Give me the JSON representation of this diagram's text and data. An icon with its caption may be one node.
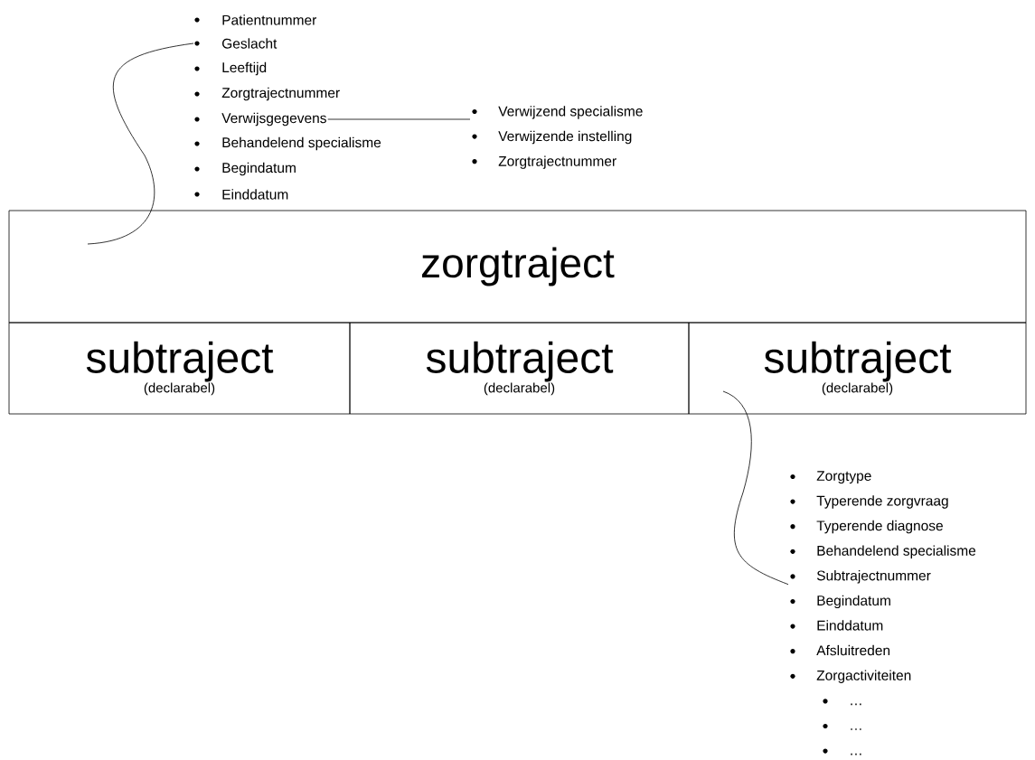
{
  "diagram": {
    "nodes": [
      {
        "text": [
          "zorgtraject"
        ]
      },
      {
        "text": [
          "subtraject",
          "(declarabel)"
        ]
      },
      {
        "text": [
          "subtraject",
          "(declarabel)"
        ]
      },
      {
        "text": [
          "subtraject",
          "(declarabel)"
        ]
      },
      {
        "text": [
          "Patientnummer"
        ]
      },
      {
        "text": [
          "Geslacht"
        ]
      },
      {
        "text": [
          "Leeftijd"
        ]
      },
      {
        "text": [
          "Zorgtrajectnummer"
        ]
      },
      {
        "text": [
          "Verwijsgegevens"
        ]
      },
      {
        "text": [
          "Behandelend specialisme"
        ]
      },
      {
        "text": [
          "Begindatum"
        ]
      },
      {
        "text": [
          "Einddatum"
        ]
      },
      {
        "text": [
          "Verwijzend specialisme",
          "Verwijzende instelling",
          "Zorgtrajectnummer"
        ]
      },
      {
        "text": [
          "Zorgtype",
          "Typerende zorgvraag",
          "Typerende diagnose",
          "Behandelend specialisme",
          "Subtrajectnummer",
          "Begindatum",
          "Einddatum",
          "Afsluitreden",
          "Zorgactiviteiten",
          "…",
          "…",
          "…"
        ]
      }
    ],
    "edges": [
      {
        "from": 0,
        "to": 5,
        "arrow": "none"
      },
      {
        "from": 8,
        "to": 12,
        "arrow": "none"
      },
      {
        "from": 3,
        "to": 13,
        "arrow": "none"
      }
    ]
  }
}
